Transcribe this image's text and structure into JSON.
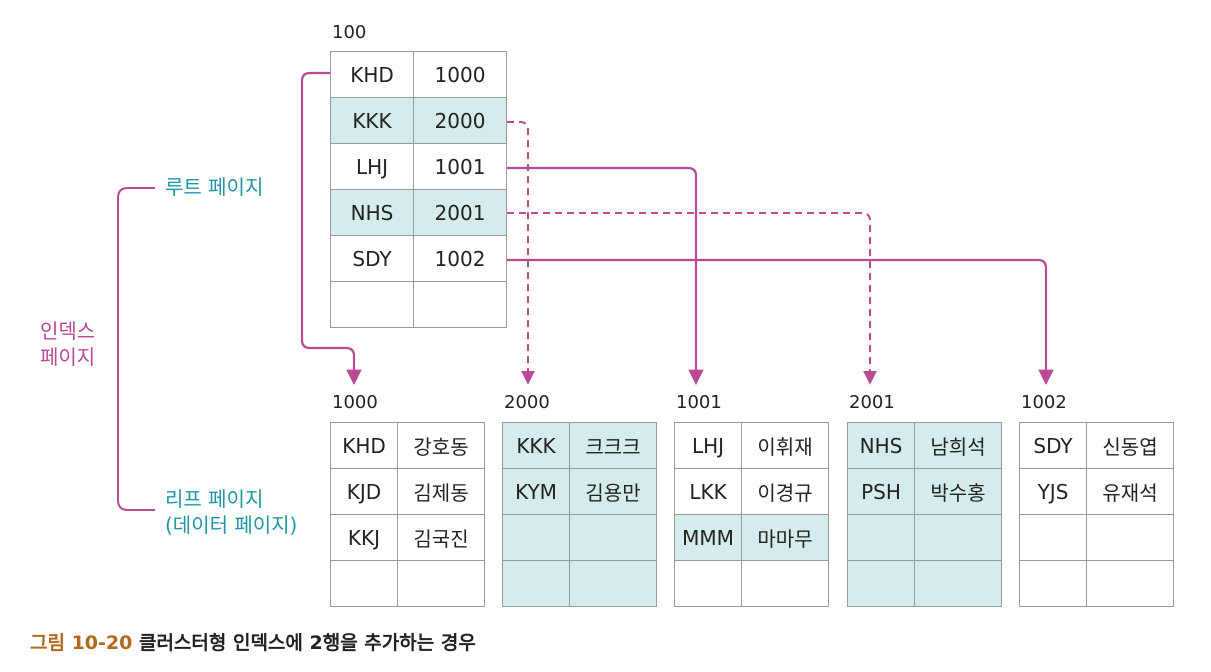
{
  "figure": {
    "caption_prefix": "그림 10-20",
    "caption_text": " 클러스터형 인덱스에 2행을 추가하는 경우"
  },
  "labels": {
    "root_page": "루트 페이지",
    "index_page_line1": "인덱스",
    "index_page_line2": "페이지",
    "leaf_page_line1": "리프 페이지",
    "leaf_page_line2": "(데이터 페이지)"
  },
  "colors": {
    "teal_label": "#1e96a6",
    "pink_label": "#b94a93",
    "highlight_row": "#d4ecec",
    "arrow": "#b94a93"
  },
  "root": {
    "page_no": "100",
    "rows": [
      {
        "key": "KHD",
        "ptr": "1000",
        "highlight": false
      },
      {
        "key": "KKK",
        "ptr": "2000",
        "highlight": true
      },
      {
        "key": "LHJ",
        "ptr": "1001",
        "highlight": false
      },
      {
        "key": "NHS",
        "ptr": "2001",
        "highlight": true
      },
      {
        "key": "SDY",
        "ptr": "1002",
        "highlight": false
      },
      {
        "key": "",
        "ptr": "",
        "highlight": false
      }
    ]
  },
  "leaves": [
    {
      "page_no": "1000",
      "all_highlight": false,
      "rows": [
        {
          "id": "KHD",
          "name": "강호동"
        },
        {
          "id": "KJD",
          "name": "김제동"
        },
        {
          "id": "KKJ",
          "name": "김국진"
        },
        {
          "id": "",
          "name": ""
        }
      ],
      "highlight_rows": []
    },
    {
      "page_no": "2000",
      "all_highlight": true,
      "rows": [
        {
          "id": "KKK",
          "name": "크크크"
        },
        {
          "id": "KYM",
          "name": "김용만"
        },
        {
          "id": "",
          "name": ""
        },
        {
          "id": "",
          "name": ""
        }
      ],
      "highlight_rows": []
    },
    {
      "page_no": "1001",
      "all_highlight": false,
      "rows": [
        {
          "id": "LHJ",
          "name": "이휘재"
        },
        {
          "id": "LKK",
          "name": "이경규"
        },
        {
          "id": "MMM",
          "name": "마마무"
        },
        {
          "id": "",
          "name": ""
        }
      ],
      "highlight_rows": [
        2
      ]
    },
    {
      "page_no": "2001",
      "all_highlight": true,
      "rows": [
        {
          "id": "NHS",
          "name": "남희석"
        },
        {
          "id": "PSH",
          "name": "박수홍"
        },
        {
          "id": "",
          "name": ""
        },
        {
          "id": "",
          "name": ""
        }
      ],
      "highlight_rows": []
    },
    {
      "page_no": "1002",
      "all_highlight": false,
      "rows": [
        {
          "id": "SDY",
          "name": "신동엽"
        },
        {
          "id": "YJS",
          "name": "유재석"
        },
        {
          "id": "",
          "name": ""
        },
        {
          "id": "",
          "name": ""
        }
      ],
      "highlight_rows": []
    }
  ]
}
